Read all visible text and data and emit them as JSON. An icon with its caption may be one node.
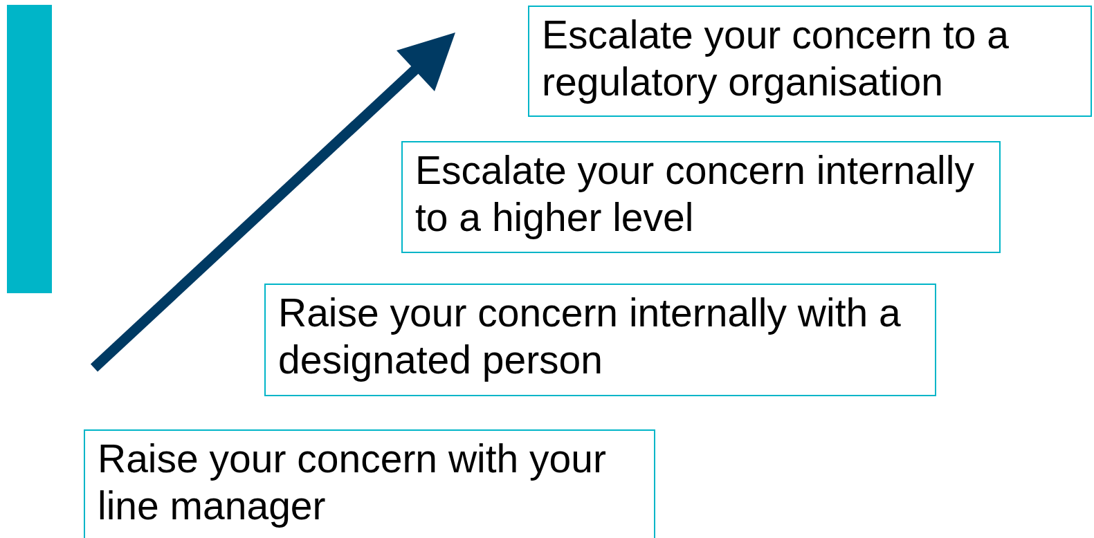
{
  "diagram": {
    "nodes": [
      {
        "text": [
          "Escalate your concern to a regulatory organisation"
        ]
      },
      {
        "text": [
          "Escalate your concern internally to a higher level"
        ]
      },
      {
        "text": [
          "Raise your concern internally with a designated person"
        ]
      },
      {
        "text": [
          "Raise your concern with your line manager"
        ]
      }
    ]
  }
}
